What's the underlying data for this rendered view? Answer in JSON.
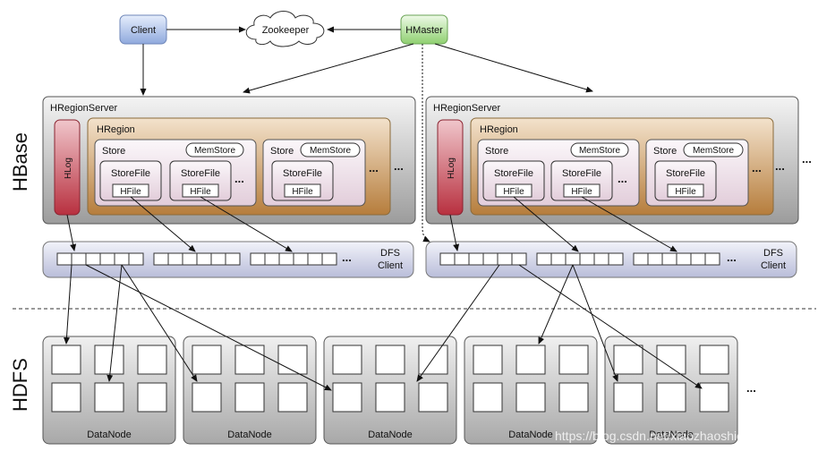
{
  "labels": {
    "client": "Client",
    "zookeeper": "Zookeeper",
    "hmaster": "HMaster",
    "hbase": "HBase",
    "hdfs": "HDFS",
    "region_server": "HRegionServer",
    "hregion": "HRegion",
    "hlog": "HLog",
    "store": "Store",
    "memstore": "MemStore",
    "storefile": "StoreFile",
    "hfile": "HFile",
    "dfs_client_line1": "DFS",
    "dfs_client_line2": "Client",
    "datanode": "DataNode",
    "more": "...",
    "watermark": "https://blog.csdn.net/xiaozhaoshigedasb"
  },
  "colors": {
    "client_fill": "#c8d6f3",
    "hmaster_fill": "#cdeec0",
    "server_fill": "#d9d9d9",
    "hregion_fill": "#e6c7a2",
    "store_fill": "#f1e7ee",
    "hlog_fill": "#c94c5b",
    "dfs_fill": "#d7d9ea",
    "datanode_fill": "#d5d5d5"
  }
}
